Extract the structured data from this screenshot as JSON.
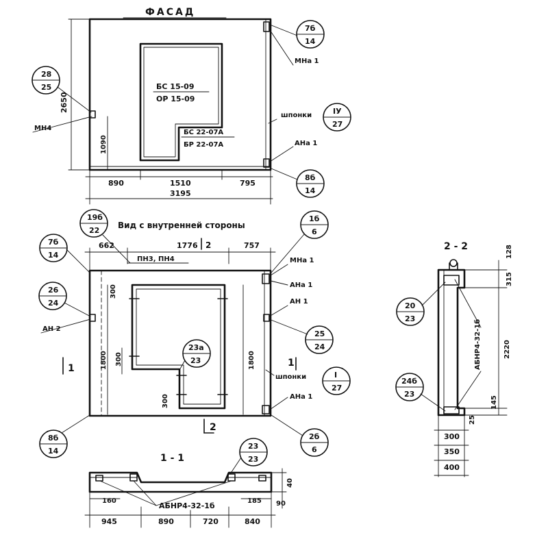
{
  "facade": {
    "title": "ФАСАД",
    "window_label_1": "БС 15-09",
    "window_label_2": "ОР 15-09",
    "door_label_1": "БС 22-07А",
    "door_label_2": "БР 22-07А",
    "dim_height": "2650",
    "dim_sill": "1090",
    "dim_bottom": [
      "890",
      "1510",
      "795"
    ],
    "dim_total": "3195",
    "label_mn4": "МН4",
    "label_mna1": "МНа 1",
    "label_shponki": "шпонки",
    "label_ana1": "АНа 1",
    "callouts": [
      {
        "top": "28",
        "bottom": "25"
      },
      {
        "top": "7б",
        "bottom": "14"
      },
      {
        "top": "IУ",
        "bottom": "27"
      },
      {
        "top": "8б",
        "bottom": "14"
      }
    ]
  },
  "inner_view": {
    "title": "Вид с внутренней стороны",
    "dim_top": [
      "662",
      "1776",
      "757"
    ],
    "section_mark": "2",
    "label_pn": "ПН3, ПН4",
    "label_mna1": "МНа 1",
    "label_ana1_a": "АНа 1",
    "label_an1": "АН 1",
    "label_an2": "АН 2",
    "label_shponki": "шпонки",
    "label_ana1_b": "АНа 1",
    "dim_300_a": "300",
    "dim_1800_left": "1800",
    "dim_300_b": "300",
    "dim_300_c": "300",
    "dim_1800_right": "1800",
    "section_1_left": "1",
    "section_1_right": "1",
    "section_2_bottom": "2",
    "callouts": [
      {
        "top": "19б",
        "bottom": "22"
      },
      {
        "top": "1б",
        "bottom": "6"
      },
      {
        "top": "7б",
        "bottom": "14"
      },
      {
        "top": "26",
        "bottom": "24"
      },
      {
        "top": "23а",
        "bottom": "23"
      },
      {
        "top": "25",
        "bottom": "24"
      },
      {
        "top": "I",
        "bottom": "27"
      },
      {
        "top": "8б",
        "bottom": "14"
      },
      {
        "top": "2б",
        "bottom": "6"
      }
    ]
  },
  "section_1_1": {
    "title": "1 - 1",
    "callout": {
      "top": "23",
      "bottom": "23"
    },
    "label_rebar": "АБНР4-32-1б",
    "dim_160": "160",
    "dim_185": "185",
    "dim_40": "40",
    "dim_90": "90",
    "dims_bottom": [
      "945",
      "890",
      "720",
      "840"
    ]
  },
  "section_2_2": {
    "title": "2 - 2",
    "dim_128": "128",
    "dim_315": "315",
    "dim_2220": "2220",
    "dim_145": "145",
    "dim_25": "25",
    "label_rebar": "АБНР4-32-1б",
    "dims_bottom": [
      "300",
      "350",
      "400"
    ],
    "callouts": [
      {
        "top": "20",
        "bottom": "23"
      },
      {
        "top": "24б",
        "bottom": "23"
      }
    ]
  }
}
